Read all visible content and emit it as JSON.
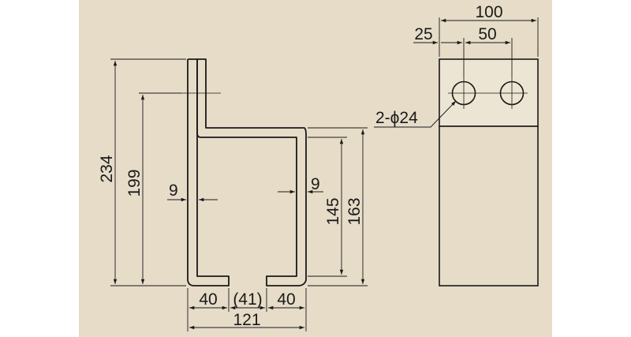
{
  "drawing": {
    "side_view": {
      "overall_height": "234",
      "hole_height": "199",
      "left_plate_thickness": "9",
      "right_plate_thickness": "9",
      "inner_height": "145",
      "outer_height": "163",
      "bottom_left_flange": "40",
      "bottom_gap": "(41)",
      "bottom_right_flange": "40",
      "overall_width": "121"
    },
    "front_view": {
      "overall_width": "100",
      "edge_to_hole": "25",
      "hole_pitch": "50",
      "hole_callout": "2-ϕ24"
    }
  },
  "colors": {
    "background": "#e6dcc8",
    "plate_fill": "#ede5d3",
    "line": "#1a1a1a"
  }
}
